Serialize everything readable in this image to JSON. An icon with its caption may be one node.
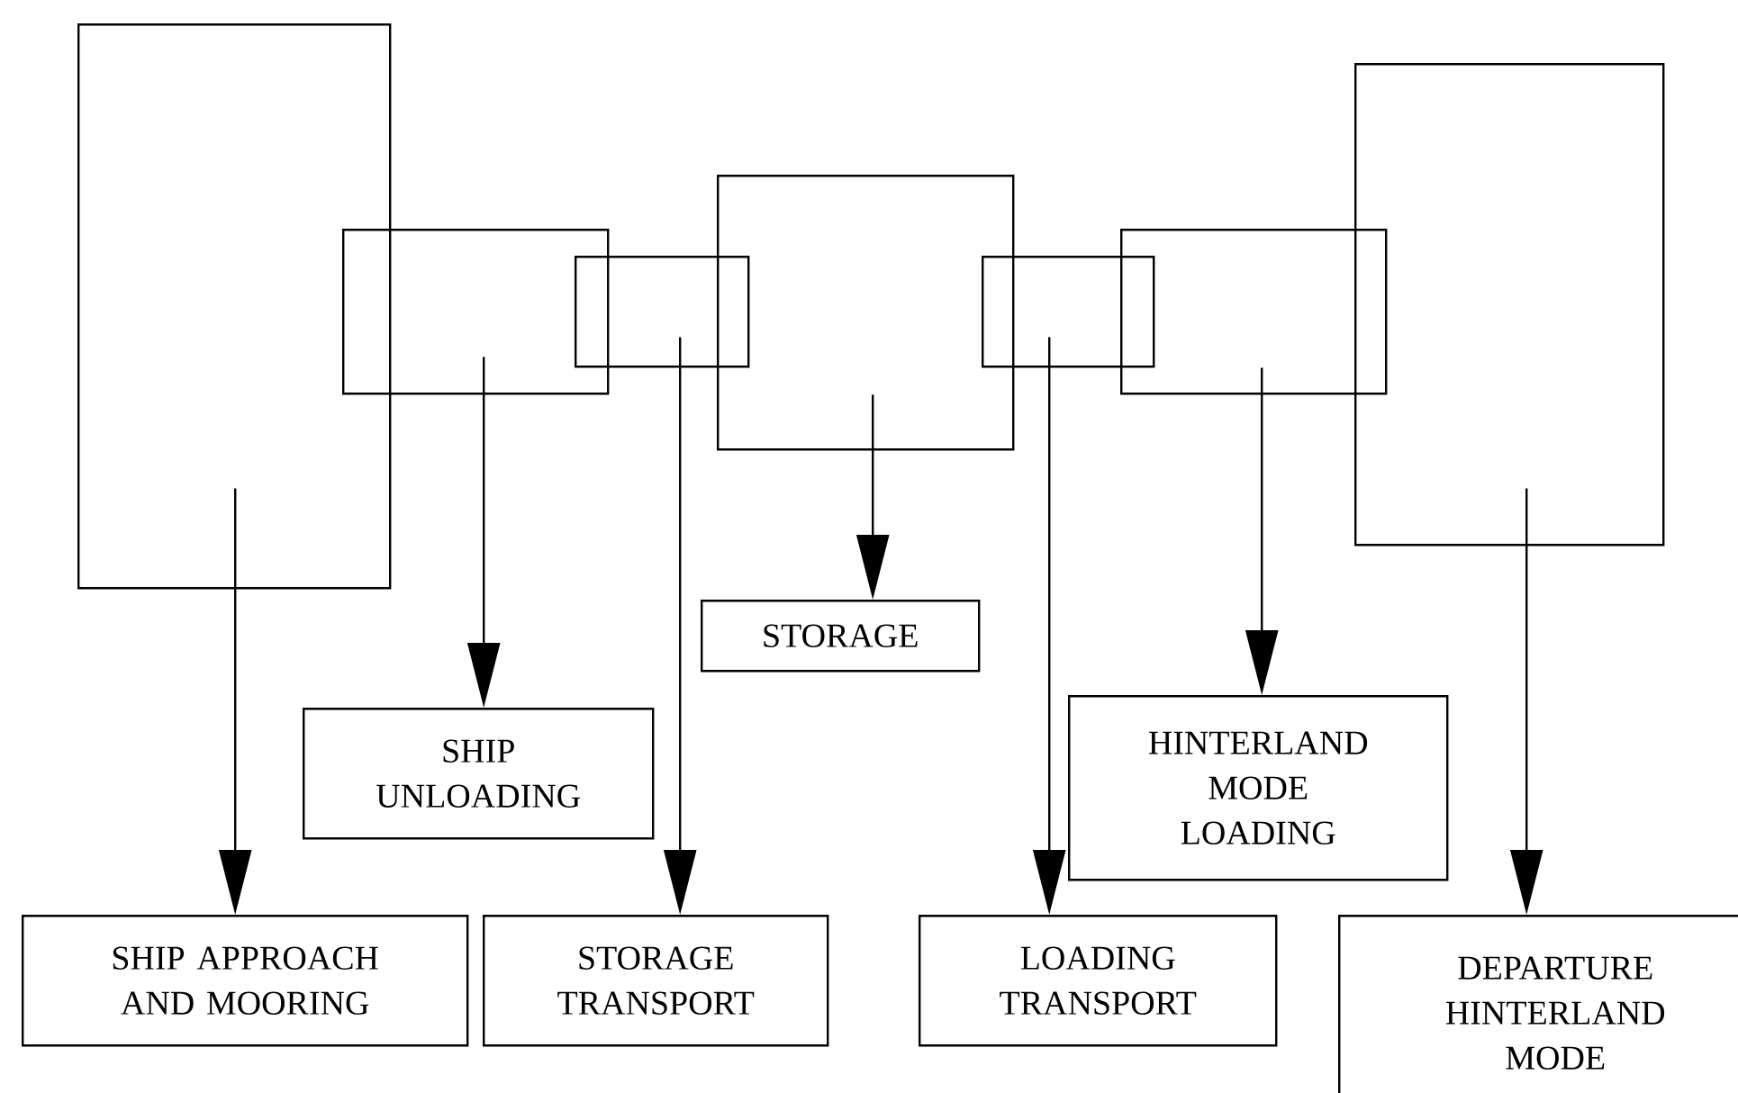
{
  "diagram": {
    "nodes": [
      {
        "text": [],
        "shape": "box"
      },
      {
        "text": [],
        "shape": "box"
      },
      {
        "text": [],
        "shape": "box"
      },
      {
        "text": [],
        "shape": "box"
      },
      {
        "text": [],
        "shape": "box"
      },
      {
        "text": [],
        "shape": "box"
      },
      {
        "text": [],
        "shape": "box"
      },
      {
        "text": [
          "STORAGE"
        ]
      },
      {
        "text": [
          "SHIP UNLOADING"
        ]
      },
      {
        "text": [
          "HINTERLAND MODE LOADING"
        ]
      },
      {
        "text": [
          "SHIP APPROACH AND MOORING"
        ]
      },
      {
        "text": [
          "STORAGE TRANSPORT"
        ]
      },
      {
        "text": [
          "LOADING TRANSPORT"
        ]
      },
      {
        "text": [
          "DEPARTURE HINTERLAND MODE"
        ]
      }
    ],
    "edges": [
      {
        "from": 0,
        "to": 10,
        "arrow": "to"
      },
      {
        "from": 1,
        "to": 8,
        "arrow": "to"
      },
      {
        "from": 2,
        "to": 11,
        "arrow": "to"
      },
      {
        "from": 3,
        "to": 7,
        "arrow": "to"
      },
      {
        "from": 4,
        "to": 12,
        "arrow": "to"
      },
      {
        "from": 5,
        "to": 9,
        "arrow": "to"
      },
      {
        "from": 6,
        "to": 13,
        "arrow": "to"
      }
    ]
  }
}
